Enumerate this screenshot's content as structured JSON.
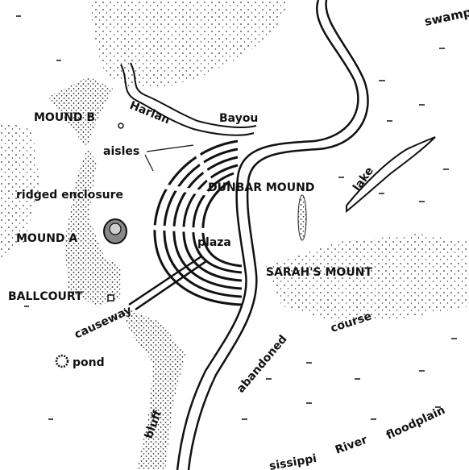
{
  "labels": {
    "swamp": "swamp",
    "mound_b": "MOUND B",
    "harlan": "Harlan",
    "bayou": "Bayou",
    "aisles": "aisles",
    "ridged_enclosure": "ridged enclosure",
    "dunbar_mound": "DUNBAR MOUND",
    "lake": "lake",
    "mound_a": "MOUND A",
    "plaza": "plaza",
    "sarahs_mount": "SARAH'S MOUNT",
    "ballcourt": "BALLCOURT",
    "causeway": "causeway",
    "course": "course",
    "abandoned": "abandoned",
    "pond": "pond",
    "bluff": "bluff",
    "floodplain": "floodplain",
    "river": "River",
    "mississippi": "sissippi"
  },
  "colors": {
    "ink": "#111111",
    "paper": "#ffffff"
  }
}
